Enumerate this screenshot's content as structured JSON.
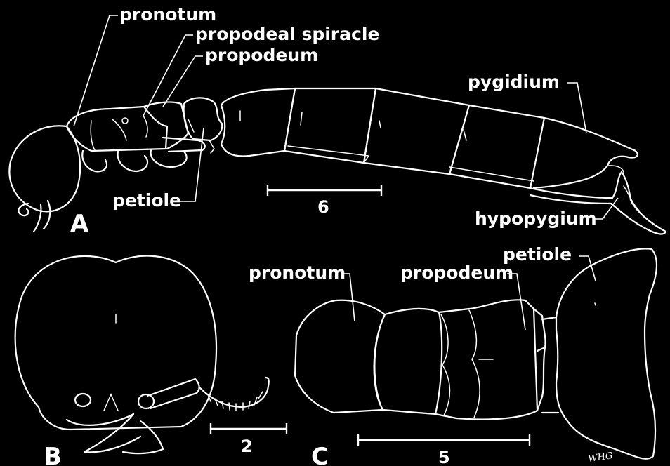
{
  "figure": {
    "panels": [
      {
        "id": "A",
        "letter": "A"
      },
      {
        "id": "B",
        "letter": "B"
      },
      {
        "id": "C",
        "letter": "C"
      }
    ],
    "labels": {
      "a_pronotum": "pronotum",
      "a_propodeal_spiracle": "propodeal spiracle",
      "a_propodeum": "propodeum",
      "a_petiole": "petiole",
      "a_pygidium": "pygidium",
      "a_hypopygium": "hypopygium",
      "c_pronotum": "pronotum",
      "c_propodeum": "propodeum",
      "c_petiole": "petiole"
    },
    "scale_bars": {
      "a": "6",
      "b": "2",
      "c": "5"
    },
    "signature": "WHG"
  }
}
